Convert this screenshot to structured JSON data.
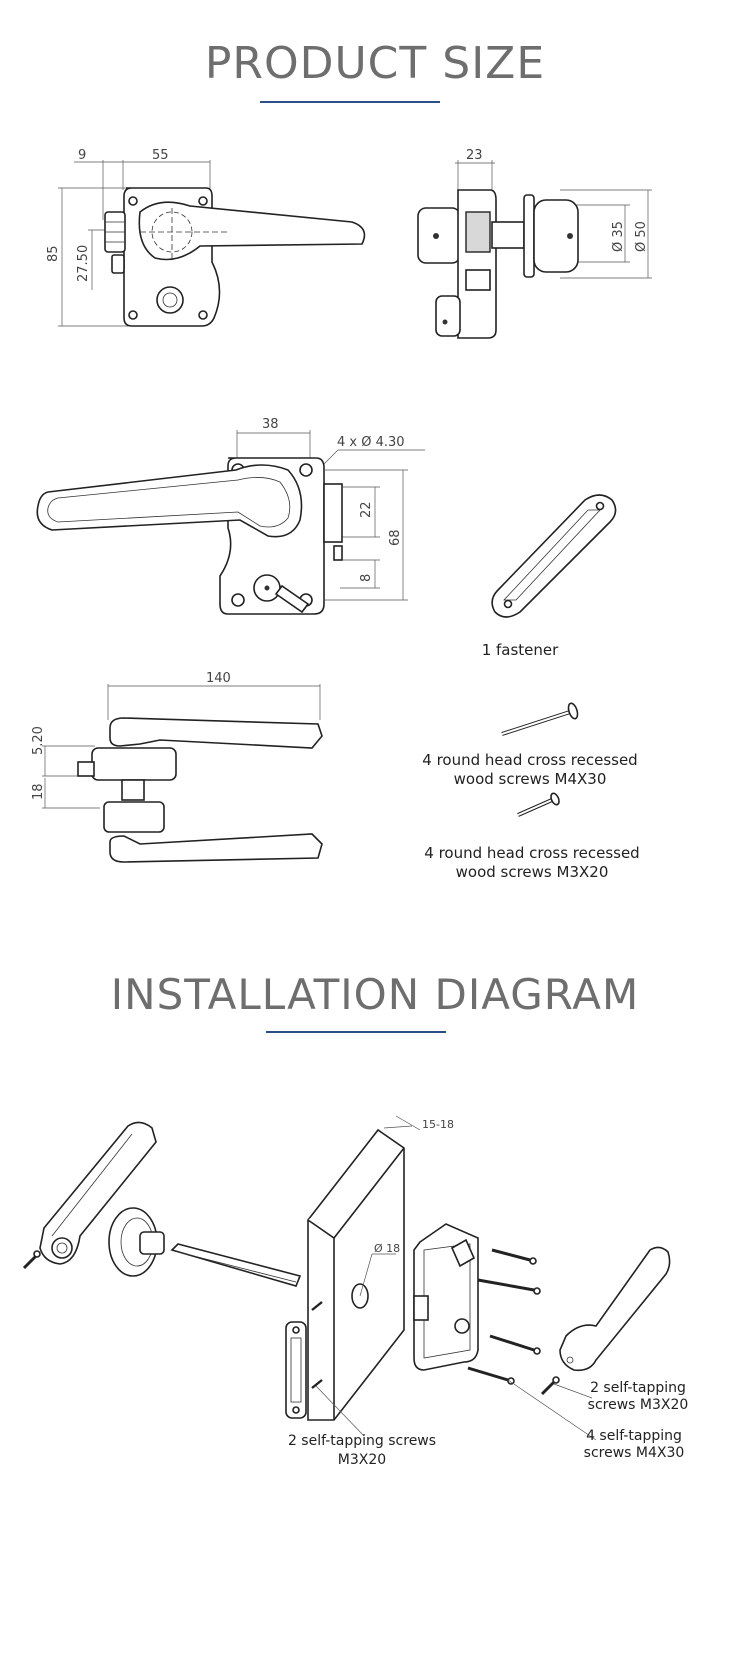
{
  "product_size": {
    "title": "PRODUCT SIZE",
    "dims": {
      "front_top_left": "9",
      "front_top_width": "55",
      "front_height": "85",
      "front_offset": "27.50",
      "side_depth": "23",
      "side_d_inner": "Ø 35",
      "side_d_outer": "Ø 50",
      "back_width": "38",
      "back_holes": "4 x Ø 4.30",
      "back_22": "22",
      "back_68": "68",
      "back_8": "8",
      "top_length": "140",
      "top_520": "5.20",
      "top_18": "18"
    },
    "captions": {
      "fastener": "1 fastener",
      "screws_m4": [
        "4 round head cross recessed",
        "wood screws M4X30"
      ],
      "screws_m3": [
        "4 round head cross recessed",
        "wood screws M3X20"
      ]
    }
  },
  "installation": {
    "title": "INSTALLATION DIAGRAM",
    "dims": {
      "door_thickness": "15-18",
      "hole_d": "Ø 18"
    },
    "captions": {
      "left_screws": "2 self-tapping screws M3X20",
      "right_m3": [
        "2 self-tapping",
        "screws M3X20"
      ],
      "right_m4": [
        "4 self-tapping",
        "screws M4X30"
      ]
    }
  },
  "colors": {
    "accent_underline": "#2b4f86",
    "title_grey": "#6e6e6e"
  }
}
